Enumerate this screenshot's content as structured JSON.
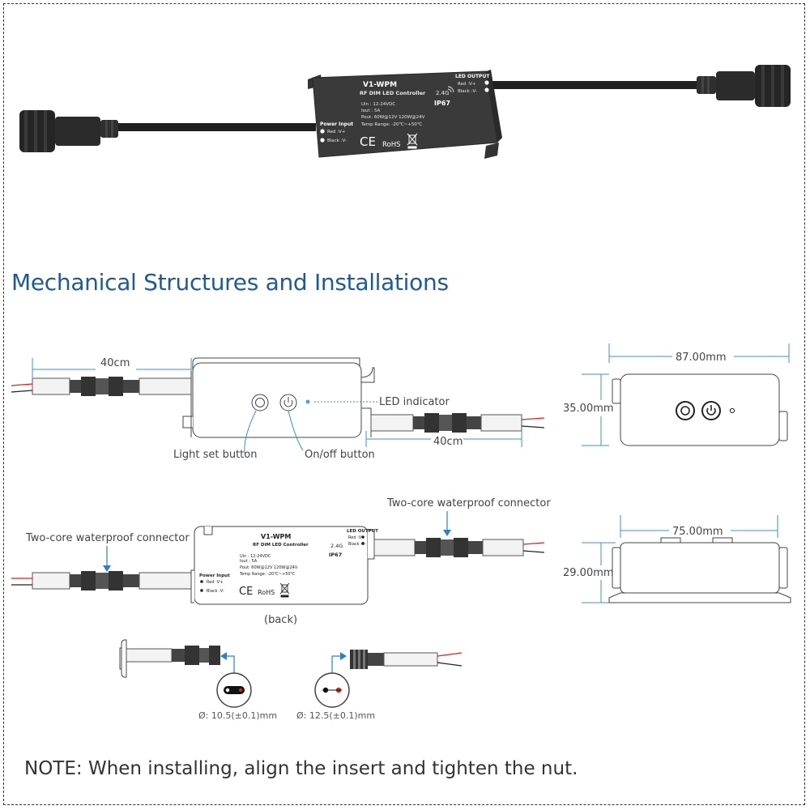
{
  "product": {
    "model": "V1-WPM",
    "subtitle": "RF DIM LED Controller",
    "spec_uin": "Uin : 12-24VDC",
    "spec_iout": "Iout : 5A",
    "spec_pout": "Pout: 60W@12V  120W@24V",
    "spec_temp": "Temp Range: -20℃~+50℃",
    "frequency": "2.4G",
    "ip_rating": "IP67",
    "ce_mark": "CE",
    "rohs_mark": "RoHS",
    "power_input_title": "Power Input",
    "power_red": "Red  :V+",
    "power_black": "Black :V-",
    "led_output_title": "LED OUTPUT",
    "output_red": "Red  :V+",
    "output_black": "Black :V-"
  },
  "section_title": "Mechanical Structures and Installations",
  "front_view": {
    "cable_length_left": "40cm",
    "cable_length_right": "40cm",
    "led_indicator_label": "LED indicator",
    "light_set_button_label": "Light set button",
    "on_off_button_label": "On/off button"
  },
  "dimensions": {
    "width_top": "87.00mm",
    "height_top": "35.00mm",
    "width_side": "75.00mm",
    "height_side": "29.00mm"
  },
  "back_view": {
    "connector_label_left": "Two-core waterproof connector",
    "connector_label_right": "Two-core waterproof connector",
    "caption": "(back)"
  },
  "connectors": {
    "diameter_male": "Ø: 10.5(±0.1)mm",
    "diameter_female": "Ø: 12.5(±0.1)mm"
  },
  "note": "NOTE: When installing, align the insert and tighten the nut.",
  "colors": {
    "heading": "#1f5a94",
    "arrow": "#2f7fc4",
    "indicator": "#3aa4e0",
    "wire_red": "#d9241b",
    "housing_dark": "#3a3a3a"
  }
}
